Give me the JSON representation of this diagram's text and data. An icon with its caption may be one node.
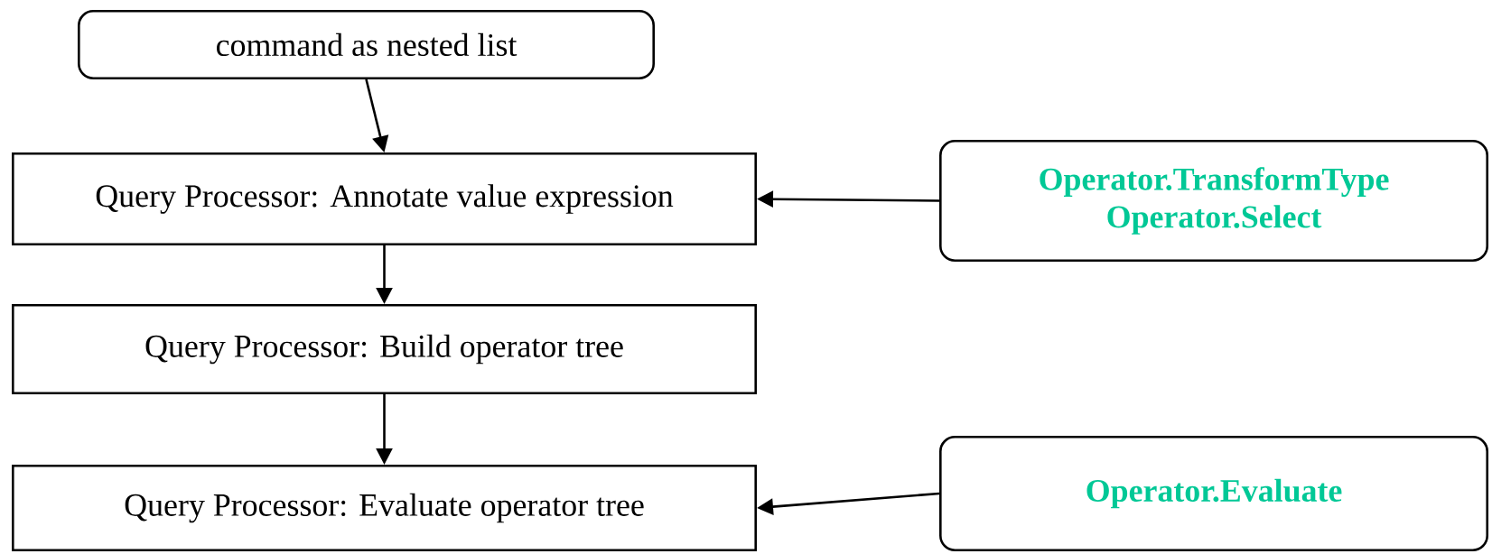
{
  "diagram": {
    "nodes": [
      {
        "text": [
          "command as nested list"
        ]
      },
      {
        "text": [
          "Query Processor: Annotate value expression"
        ]
      },
      {
        "text": [
          "Query Processor: Build operator tree"
        ]
      },
      {
        "text": [
          "Query Processor: Evaluate operator tree"
        ]
      },
      {
        "text": [
          "Operator.TransformType",
          "Operator.Select"
        ]
      },
      {
        "text": [
          "Operator.Evaluate"
        ]
      }
    ],
    "edges": [
      {
        "from": 0,
        "to": 1,
        "arrow": "to"
      },
      {
        "from": 1,
        "to": 2,
        "arrow": "to"
      },
      {
        "from": 2,
        "to": 3,
        "arrow": "to"
      },
      {
        "from": 4,
        "to": 1,
        "arrow": "to"
      },
      {
        "from": 5,
        "to": 3,
        "arrow": "to"
      }
    ]
  }
}
